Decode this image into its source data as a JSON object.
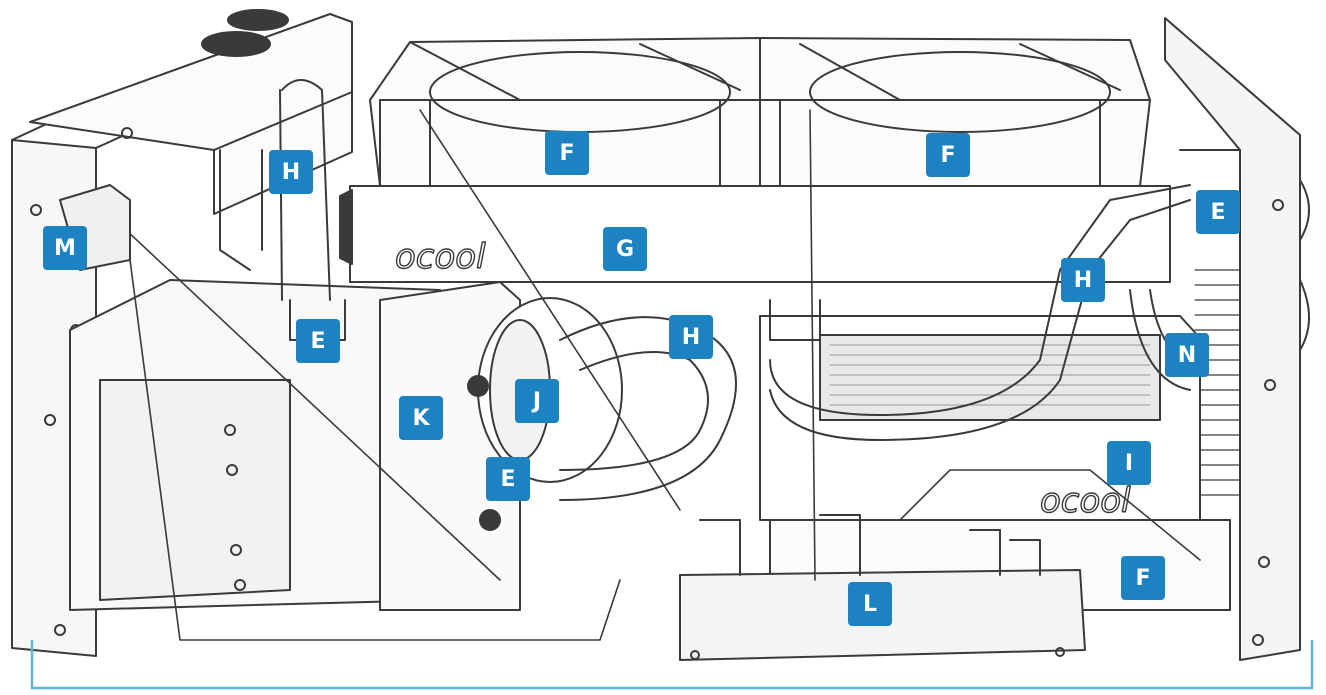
{
  "diagram": {
    "accent_color": "#1c82c2",
    "line_color": "#3a3a3a",
    "bracket_color": "#63b6cf",
    "components": [
      {
        "id": "fan-top-left",
        "label": "F",
        "part": "fan"
      },
      {
        "id": "fan-top-right",
        "label": "F",
        "part": "fan"
      },
      {
        "id": "fan-lower-right",
        "label": "F",
        "part": "fan"
      },
      {
        "id": "radiator-top",
        "label": "G",
        "part": "radiator",
        "logo_text": "ocool"
      },
      {
        "id": "radiator-lower",
        "label": "I",
        "part": "radiator",
        "logo_text": "ocool"
      },
      {
        "id": "tube-left",
        "label": "H",
        "part": "tube"
      },
      {
        "id": "tube-middle",
        "label": "H",
        "part": "tube"
      },
      {
        "id": "tube-right",
        "label": "H",
        "part": "tube"
      },
      {
        "id": "fitting-top-right",
        "label": "E",
        "part": "fitting"
      },
      {
        "id": "fitting-left",
        "label": "E",
        "part": "fitting"
      },
      {
        "id": "fitting-pump",
        "label": "E",
        "part": "fitting"
      },
      {
        "id": "pump-reservoir",
        "label": "J",
        "part": "pump"
      },
      {
        "id": "cpu-block",
        "label": "K",
        "part": "block"
      },
      {
        "id": "controller-board",
        "label": "L",
        "part": "board"
      },
      {
        "id": "switch-bracket",
        "label": "M",
        "part": "switch"
      },
      {
        "id": "bent-tube",
        "label": "N",
        "part": "tube"
      }
    ]
  }
}
